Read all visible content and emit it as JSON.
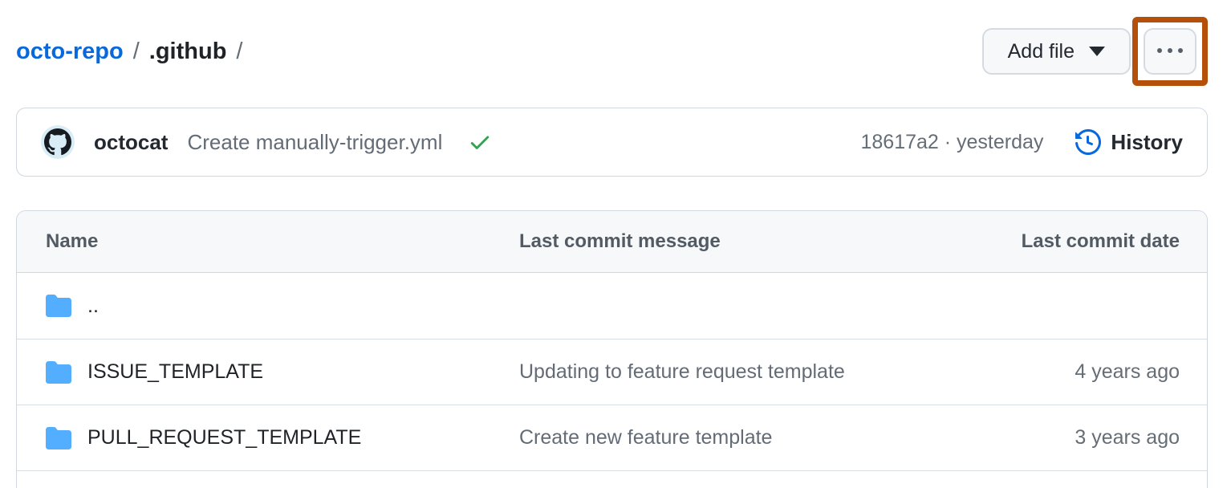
{
  "breadcrumb": {
    "repo": "octo-repo",
    "separator1": "/",
    "directory": ".github",
    "separator2": "/"
  },
  "toolbar": {
    "add_file_label": "Add file",
    "caret_icon": "triangle-down-icon",
    "kebab_icon": "kebab-horizontal-icon"
  },
  "commit_bar": {
    "avatar_icon": "octocat-avatar",
    "author": "octocat",
    "message": "Create manually-trigger.yml",
    "check_icon": "check-icon",
    "sha_and_date": "18617a2 · yesterday",
    "history_icon": "history-clock-icon",
    "history_label": "History"
  },
  "file_table": {
    "headers": {
      "name": "Name",
      "message": "Last commit message",
      "date": "Last commit date"
    },
    "rows": [
      {
        "icon": "folder-icon",
        "name": "..",
        "message": "",
        "date": ""
      },
      {
        "icon": "folder-icon",
        "name": "ISSUE_TEMPLATE",
        "message": "Updating to feature request template",
        "date": "4 years ago"
      },
      {
        "icon": "folder-icon",
        "name": "PULL_REQUEST_TEMPLATE",
        "message": "Create new feature template",
        "date": "3 years ago"
      }
    ]
  },
  "colors": {
    "link_blue": "#0969da",
    "folder_blue": "#54aeff",
    "success_green": "#2da44e",
    "annotation_orange": "#b5500b",
    "border_gray": "#d0d7de",
    "header_bg": "#f6f8fa",
    "muted_text": "#656d76",
    "dark_text": "#1f2328"
  }
}
